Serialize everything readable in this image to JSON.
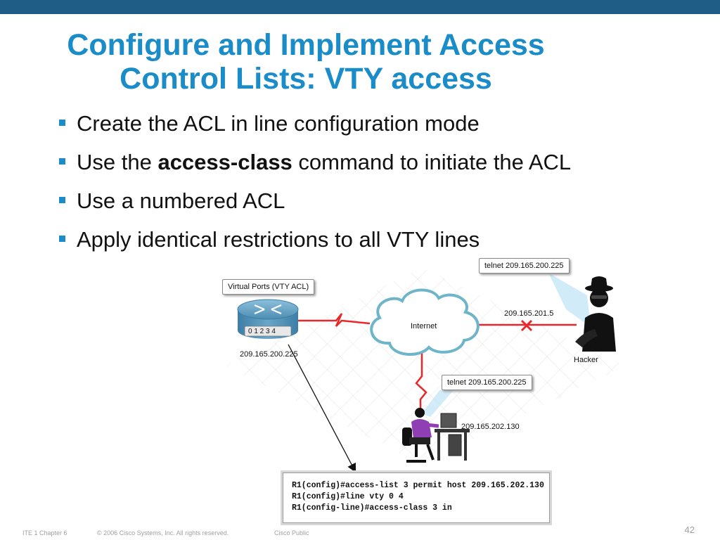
{
  "slide": {
    "title_line1": "Configure and Implement Access",
    "title_line2": "Control Lists:  VTY access",
    "bullets": [
      {
        "text": "Create the ACL in line configuration mode"
      },
      {
        "pre": "Use the ",
        "bold": "access-class",
        "post": " command to initiate the ACL"
      },
      {
        "text": "Use a numbered ACL"
      },
      {
        "text": "Apply identical restrictions to all VTY lines"
      }
    ]
  },
  "diagram": {
    "vty_callout": "Virtual Ports (VTY ACL)",
    "router_ports": "0  1  2  3  4",
    "router_ip": "209.165.200.225",
    "cloud_label": "Internet",
    "hacker_callout": "telnet 209.165.200.225",
    "hacker_link_ip": "209.165.201.5",
    "hacker_label": "Hacker",
    "user_callout": "telnet 209.165.200.225",
    "user_ip": "209.165.202.130"
  },
  "config": {
    "lines": [
      "R1(config)#access-list 3 permit host 209.165.202.130",
      "R1(config)#line vty 0 4",
      "R1(config-line)#access-class 3 in"
    ]
  },
  "footer": {
    "chapter": "ITE 1 Chapter 6",
    "copyright": "© 2006 Cisco Systems, Inc. All rights reserved.",
    "classification": "Cisco Public",
    "page_number": "42"
  },
  "colors": {
    "header_bar": "#1f5d87",
    "title": "#1a8cc8",
    "bullet_marker": "#1a8cc8",
    "link_red": "#e8272a",
    "router_blue": "#5a9bbf"
  }
}
